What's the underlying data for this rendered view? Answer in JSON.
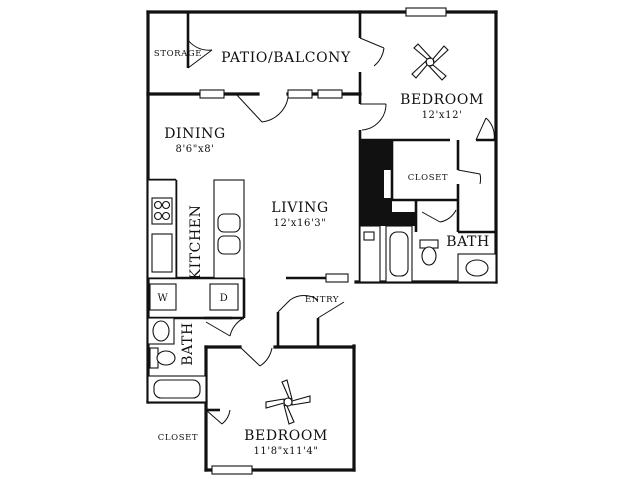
{
  "rooms": {
    "storage": {
      "name": "STORAGE"
    },
    "patio": {
      "name": "PATIO/BALCONY"
    },
    "bedroom1": {
      "name": "BEDROOM",
      "size": "12'x12'"
    },
    "dining": {
      "name": "DINING",
      "size": "8'6\"x8'"
    },
    "closet1": {
      "name": "CLOSET"
    },
    "living": {
      "name": "LIVING",
      "size": "12'x16'3\""
    },
    "kitchen": {
      "name": "KITCHEN"
    },
    "bath1": {
      "name": "BATH"
    },
    "entry": {
      "name": "ENTRY"
    },
    "bath2": {
      "name": "BATH"
    },
    "closet2": {
      "name": "CLOSET"
    },
    "bedroom2": {
      "name": "BEDROOM",
      "size": "11'8\"x11'4\""
    }
  },
  "appliances": {
    "washer": "W",
    "dryer": "D"
  },
  "icons": {
    "fan": "ceiling-fan-icon"
  },
  "colors": {
    "ink": "#111111",
    "background": "#ffffff"
  }
}
